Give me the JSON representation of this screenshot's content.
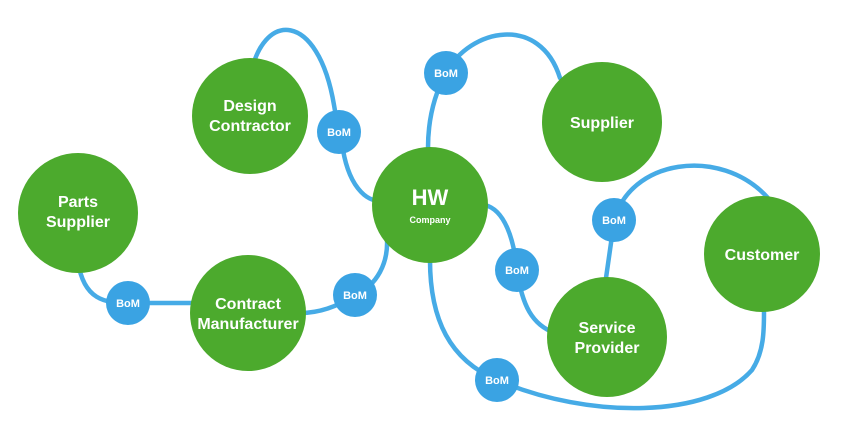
{
  "diagram": {
    "nodes": {
      "design_contractor": [
        "Design",
        "Contractor"
      ],
      "parts_supplier": [
        "Parts",
        "Supplier"
      ],
      "contract_manufacturer": [
        "Contract",
        "Manufacturer"
      ],
      "hw_company": {
        "title": "HW",
        "subtitle": "Company"
      },
      "supplier": [
        "Supplier"
      ],
      "customer": [
        "Customer"
      ],
      "service_provider": [
        "Service",
        "Provider"
      ]
    },
    "bom_label": "BoM",
    "colors": {
      "node_fill": "#4caa2d",
      "bom_fill": "#3aa3e3",
      "connector": "#46abe6",
      "text": "#ffffff"
    }
  }
}
